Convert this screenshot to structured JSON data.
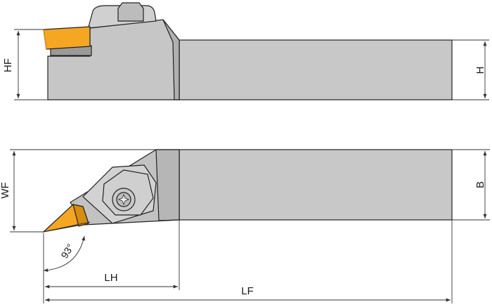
{
  "labels": {
    "hf": "HF",
    "h": "H",
    "wf": "WF",
    "b": "B",
    "lh": "LH",
    "lf": "LF",
    "angle": "93°"
  },
  "colors": {
    "body": "#c8c8c8",
    "body_dark": "#b4b4b4",
    "insert": "#f5a623",
    "insert_dark": "#d98c10",
    "outline": "#222222",
    "dimension": "#333333"
  }
}
